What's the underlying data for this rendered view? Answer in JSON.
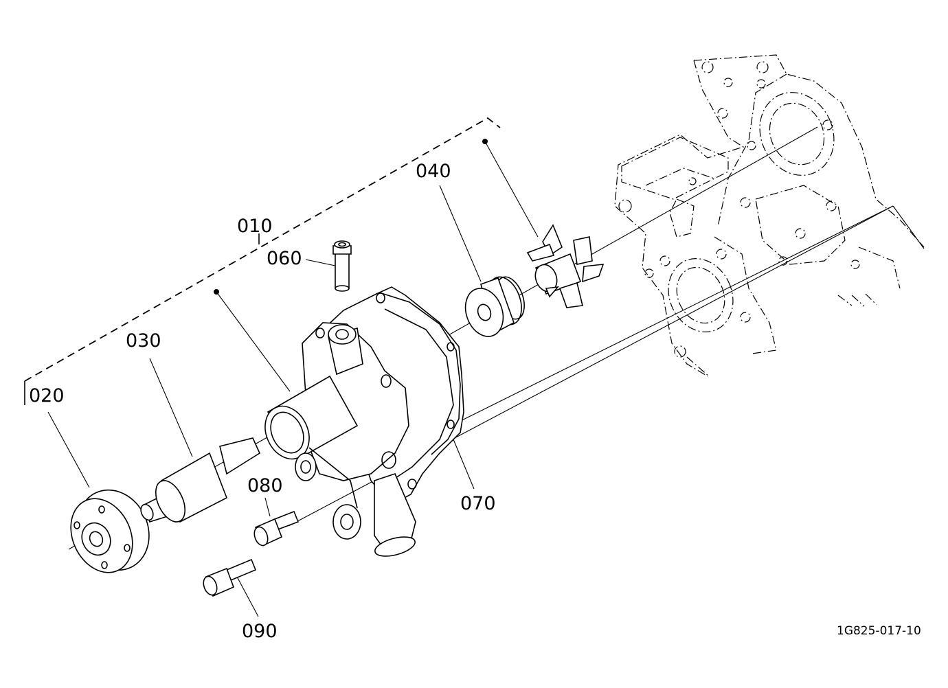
{
  "diagram": {
    "ref_code": "1G825-017-10",
    "labels": {
      "p010": "010",
      "p020": "020",
      "p030": "030",
      "p040": "040",
      "p060": "060",
      "p070": "070",
      "p080": "080",
      "p090": "090"
    }
  }
}
